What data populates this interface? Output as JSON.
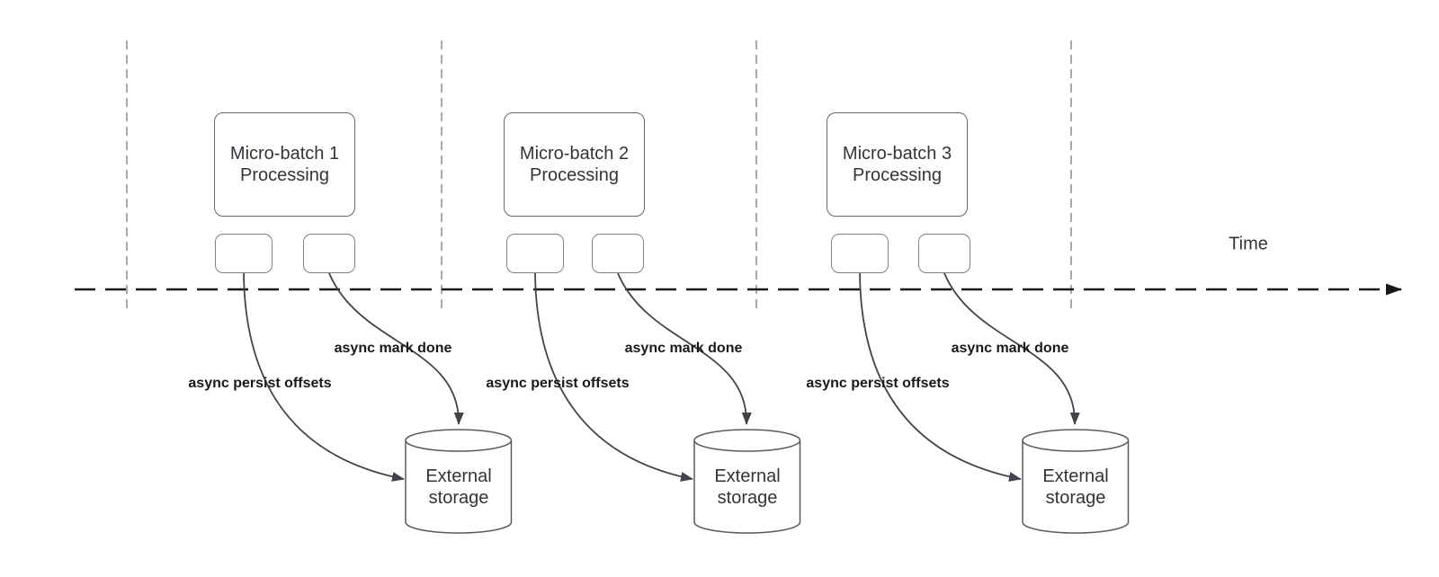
{
  "diagram": {
    "time_axis_label": "Time",
    "groups": [
      {
        "box_label": "Micro-batch 1\nProcessing",
        "persist_label": "async persist offsets",
        "done_label": "async mark done",
        "storage_label": "External\nstorage"
      },
      {
        "box_label": "Micro-batch 2\nProcessing",
        "persist_label": "async persist offsets",
        "done_label": "async mark done",
        "storage_label": "External\nstorage"
      },
      {
        "box_label": "Micro-batch 3\nProcessing",
        "persist_label": "async persist offsets",
        "done_label": "async mark done",
        "storage_label": "External\nstorage"
      }
    ],
    "colors": {
      "background": "#ffffff",
      "gridline": "#a7a9ac",
      "timeline": "#16181c",
      "curve_stroke": "#3f454d",
      "cylinder_stroke": "#565b63",
      "box_stroke": "#63686e",
      "small_box_stroke": "#7d828a",
      "node_text": "#2f353b",
      "label_text": "#17191d"
    }
  }
}
